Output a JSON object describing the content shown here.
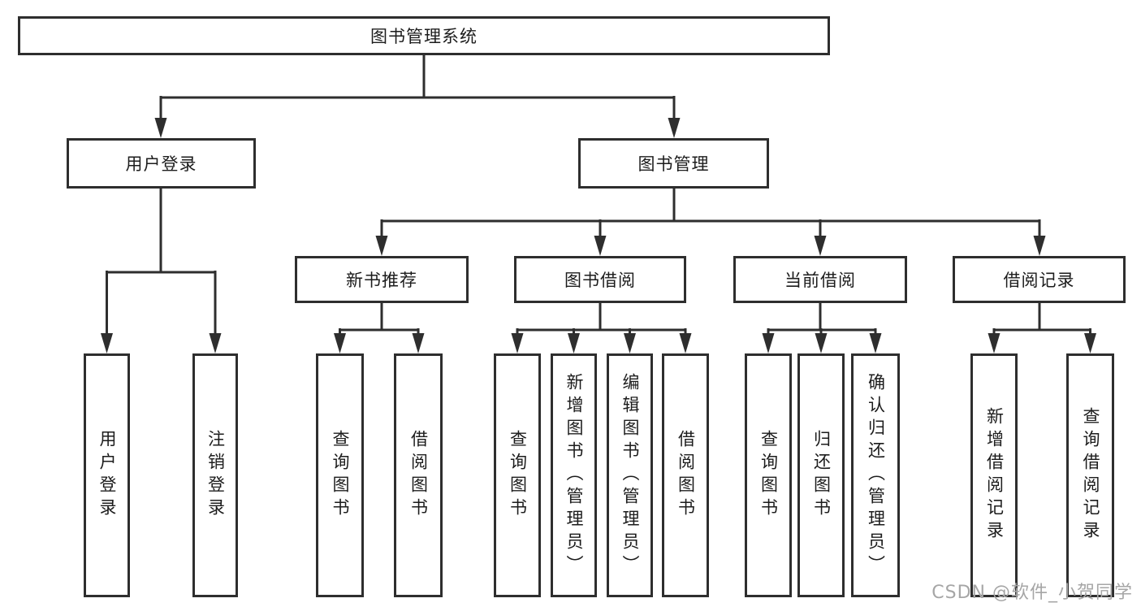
{
  "colors": {
    "line": "#2e2e2e",
    "text": "#1c1c1c",
    "background": "#ffffff",
    "watermark": "#a6a6a6"
  },
  "watermark": "CSDN @软件_小贺同学",
  "diagram": {
    "root": {
      "label": "图书管理系统"
    },
    "branches": [
      {
        "label": "用户登录",
        "children": [
          {
            "label": "用户登录"
          },
          {
            "label": "注销登录"
          }
        ]
      },
      {
        "label": "图书管理",
        "children": [
          {
            "label": "新书推荐",
            "children": [
              {
                "label": "查询图书"
              },
              {
                "label": "借阅图书"
              }
            ]
          },
          {
            "label": "图书借阅",
            "children": [
              {
                "label": "查询图书"
              },
              {
                "label": "新增图书（管理员）"
              },
              {
                "label": "编辑图书（管理员）"
              },
              {
                "label": "借阅图书"
              }
            ]
          },
          {
            "label": "当前借阅",
            "children": [
              {
                "label": "查询图书"
              },
              {
                "label": "归还图书"
              },
              {
                "label": "确认归还（管理员）"
              }
            ]
          },
          {
            "label": "借阅记录",
            "children": [
              {
                "label": "新增借阅记录"
              },
              {
                "label": "查询借阅记录"
              }
            ]
          }
        ]
      }
    ]
  }
}
